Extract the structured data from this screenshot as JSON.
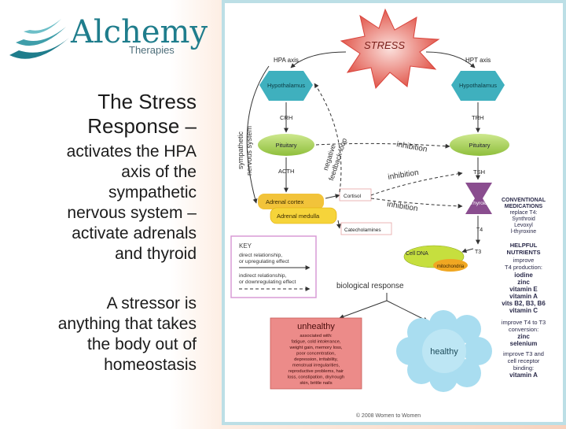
{
  "logo": {
    "word": "Alchemy",
    "sub": "Therapies"
  },
  "slide": {
    "title_line1": "The Stress",
    "title_line2": "Response –",
    "sub_lines": [
      "activates the HPA",
      "axis of the",
      "sympathetic",
      "nervous system –",
      "activate adrenals",
      "and thyroid"
    ],
    "sub2_lines": [
      "A stressor is",
      "anything that takes",
      "the body out of",
      "homeostasis"
    ]
  },
  "diagram": {
    "stress": "STRESS",
    "hpa_axis": "HPA axis",
    "hpt_axis": "HPT axis",
    "hypothalamus_left": "Hypothalamus",
    "hypothalamus_right": "Hypothalamus",
    "crh": "CRH",
    "trh": "TRH",
    "pituitary_left": "Pituitary",
    "pituitary_right": "Pituitary",
    "acth": "ACTH",
    "tsh": "TSH",
    "adrenal_cortex": "Adrenal cortex",
    "adrenal_medulla": "Adrenal medulla",
    "cortisol": "Cortisol",
    "catecholamines": "Catecholamines",
    "thyroid": "Thyroid",
    "t4": "T4",
    "t3": "T3",
    "cell_dna": "Cell DNA",
    "mitochondria": "mitochondria",
    "sympathetic_l1": "sympathetic",
    "sympathetic_l2": "nervous system",
    "negative_l1": "negative",
    "negative_l2": "feedback loop",
    "inhibition1": "inhibition",
    "inhibition2": "inhibition",
    "inhibition3": "inhibition",
    "key_title": "KEY",
    "key_direct_l1": "direct relationship,",
    "key_direct_l2": "or upregulating effect",
    "key_indirect_l1": "indirect relationship,",
    "key_indirect_l2": "or downregulating effect",
    "biological_response": "biological response",
    "unhealthy_title": "unhealthy",
    "unhealthy_lines": [
      "associated with:",
      "fatigue, cold intolerance,",
      "weight gain, memory loss,",
      "poor concentration,",
      "depression, irritability,",
      "menstrual irregularities,",
      "reproductive problems, hair",
      "loss, constipation, dry/rough",
      "skin, brittle nails"
    ],
    "healthy": "healthy",
    "conv_lines": [
      "CONVENTIONAL",
      "MEDICATIONS",
      "replace T4:",
      "Synthroid",
      "Levoxyl",
      "l-thyroxine"
    ],
    "helpful_lines": [
      "HELPFUL",
      "NUTRIENTS",
      "improve",
      "T4 production:",
      "iodine",
      "zinc",
      "vitamin E",
      "vitamin A",
      "vits B2, B3, B6",
      "vitamin C"
    ],
    "t4t3_lines": [
      "improve T4 to T3",
      "conversion:",
      "zinc",
      "selenium"
    ],
    "t3cell_lines": [
      "improve T3 and",
      "cell receptor",
      "binding:",
      "vitamin A"
    ],
    "copyright": "© 2008 Women to Women"
  },
  "colors": {
    "teal": "#1f7d8c",
    "hex": "#3fb0be",
    "pit": "#a9d15a",
    "adrenal": "#f2c33a",
    "red": "#d24b4b",
    "thyroid": "#8a4d8f"
  }
}
